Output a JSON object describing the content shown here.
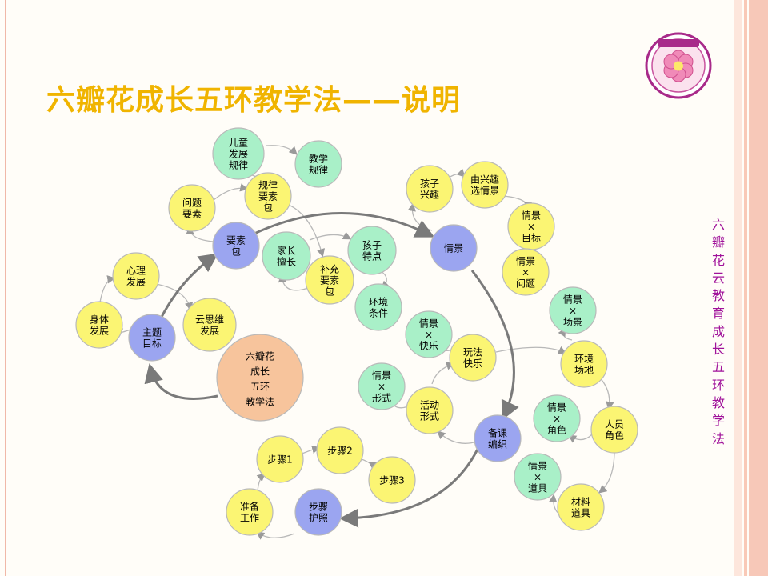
{
  "title": "六瓣花成长五环教学法——说明",
  "side_text": "六瓣花云教育成长五环教学法",
  "colors": {
    "title": "#f0b400",
    "side_text": "#a0129a",
    "yellow": "#fbf573",
    "green": "#a9f0c8",
    "blue": "#9ba5f0",
    "center": "#f7c49c",
    "node_border": "#b9b9b9",
    "arrow": "#7a7a7a",
    "connector": "#b8b8b8",
    "stripe": "#f7c8b8"
  },
  "nodes": [
    {
      "id": "center",
      "lines": [
        "六瓣花",
        "成长",
        "五环",
        "教学法"
      ],
      "style": "center"
    },
    {
      "id": "zhuti",
      "lines": [
        "主题",
        "目标"
      ],
      "style": "blue"
    },
    {
      "id": "yaosu",
      "lines": [
        "要素",
        "包"
      ],
      "style": "blue"
    },
    {
      "id": "qingjing",
      "lines": [
        "情景"
      ],
      "style": "blue"
    },
    {
      "id": "beike",
      "lines": [
        "备课",
        "编织"
      ],
      "style": "blue"
    },
    {
      "id": "buzhou",
      "lines": [
        "步骤",
        "护照"
      ],
      "style": "blue"
    },
    {
      "id": "shenti",
      "lines": [
        "身体",
        "发展"
      ],
      "style": "yellow"
    },
    {
      "id": "xinli",
      "lines": [
        "心理",
        "发展"
      ],
      "style": "yellow"
    },
    {
      "id": "yunsi",
      "lines": [
        "云思维",
        "发展"
      ],
      "style": "yellow"
    },
    {
      "id": "wenti",
      "lines": [
        "问题",
        "要素"
      ],
      "style": "yellow"
    },
    {
      "id": "ertong",
      "lines": [
        "儿童",
        "发展",
        "规律"
      ],
      "style": "green"
    },
    {
      "id": "jiaoxue",
      "lines": [
        "教学",
        "规律"
      ],
      "style": "green"
    },
    {
      "id": "guilv",
      "lines": [
        "规律",
        "要素",
        "包"
      ],
      "style": "yellow"
    },
    {
      "id": "jiazhang",
      "lines": [
        "家长",
        "擅长"
      ],
      "style": "green"
    },
    {
      "id": "haizi_td",
      "lines": [
        "孩子",
        "特点"
      ],
      "style": "green"
    },
    {
      "id": "buchong",
      "lines": [
        "补充",
        "要素",
        "包"
      ],
      "style": "yellow"
    },
    {
      "id": "huanjing_tj",
      "lines": [
        "环境",
        "条件"
      ],
      "style": "green"
    },
    {
      "id": "haizi_xq",
      "lines": [
        "孩子",
        "兴趣"
      ],
      "style": "yellow"
    },
    {
      "id": "youxingqu",
      "lines": [
        "由兴趣",
        "选情景"
      ],
      "style": "yellow"
    },
    {
      "id": "qj_mubiao",
      "lines": [
        "情景",
        "×",
        "目标"
      ],
      "style": "yellow"
    },
    {
      "id": "qj_wenti",
      "lines": [
        "情景",
        "×",
        "问题"
      ],
      "style": "yellow"
    },
    {
      "id": "qj_kuaile",
      "lines": [
        "情景",
        "×",
        "快乐"
      ],
      "style": "green"
    },
    {
      "id": "wanfa",
      "lines": [
        "玩法",
        "快乐"
      ],
      "style": "yellow"
    },
    {
      "id": "qj_xingshi",
      "lines": [
        "情景",
        "×",
        "形式"
      ],
      "style": "green"
    },
    {
      "id": "huodong",
      "lines": [
        "活动",
        "形式"
      ],
      "style": "yellow"
    },
    {
      "id": "qj_changjing",
      "lines": [
        "情景",
        "×",
        "场景"
      ],
      "style": "green"
    },
    {
      "id": "huanjing_cd",
      "lines": [
        "环境",
        "场地"
      ],
      "style": "yellow"
    },
    {
      "id": "qj_juese",
      "lines": [
        "情景",
        "×",
        "角色"
      ],
      "style": "green"
    },
    {
      "id": "renyuan",
      "lines": [
        "人员",
        "角色"
      ],
      "style": "yellow"
    },
    {
      "id": "qj_daoju",
      "lines": [
        "情景",
        "×",
        "道具"
      ],
      "style": "green"
    },
    {
      "id": "cailiao",
      "lines": [
        "材料",
        "道具"
      ],
      "style": "yellow"
    },
    {
      "id": "bz1",
      "lines": [
        "步骤1"
      ],
      "style": "yellow"
    },
    {
      "id": "bz2",
      "lines": [
        "步骤2"
      ],
      "style": "yellow"
    },
    {
      "id": "bz3",
      "lines": [
        "步骤3"
      ],
      "style": "yellow"
    },
    {
      "id": "zhunbei",
      "lines": [
        "准备",
        "工作"
      ],
      "style": "yellow"
    }
  ]
}
